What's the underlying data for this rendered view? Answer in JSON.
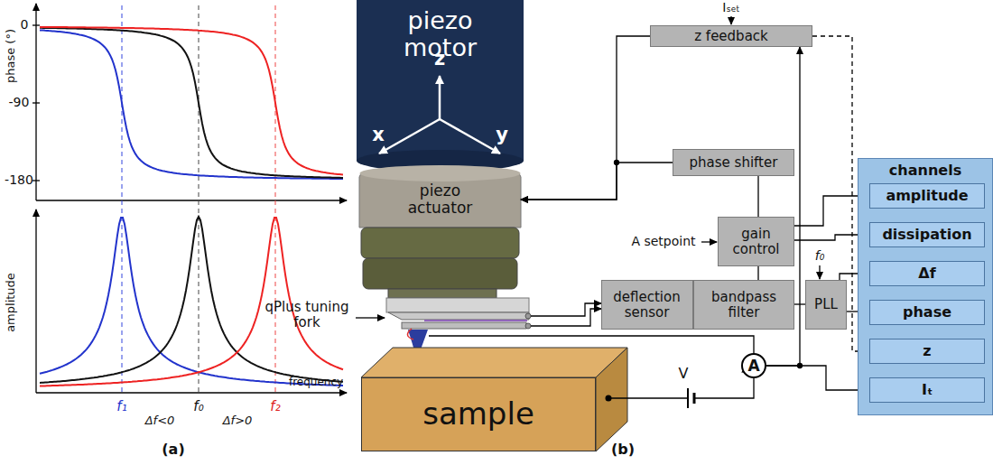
{
  "diagram": {
    "nodes": [
      {
        "text": [
          "piezo motor"
        ]
      },
      {
        "text": [
          "piezo actuator"
        ]
      },
      {
        "text": [
          "z feedback"
        ]
      },
      {
        "text": [
          "phase shifter"
        ]
      },
      {
        "text": [
          "gain control"
        ]
      },
      {
        "text": [
          "deflection sensor"
        ]
      },
      {
        "text": [
          "bandpass filter"
        ]
      },
      {
        "text": [
          "PLL"
        ]
      },
      {
        "text": [
          "channels"
        ]
      },
      {
        "text": [
          "amplitude"
        ],
        "in": 8
      },
      {
        "text": [
          "dissipation"
        ],
        "in": 8
      },
      {
        "text": [
          "Δf"
        ],
        "in": 8
      },
      {
        "text": [
          "phase"
        ],
        "in": 8
      },
      {
        "text": [
          "z"
        ],
        "in": 8
      },
      {
        "text": [
          "Iₜ"
        ],
        "in": 8
      },
      {
        "text": [
          "sample"
        ]
      },
      {
        "text": [
          "A"
        ]
      }
    ],
    "edges": [
      {
        "from": 2,
        "to": 1,
        "arrow": "to"
      },
      {
        "from": 3,
        "to": 1,
        "arrow": "to"
      },
      {
        "from": 4,
        "to": 3,
        "arrow": "none"
      },
      {
        "from": 4,
        "to": 6,
        "arrow": "none"
      },
      {
        "from": 6,
        "to": 7,
        "arrow": "none"
      },
      {
        "from": 4,
        "to": 9,
        "arrow": "to"
      },
      {
        "from": 4,
        "to": 10,
        "arrow": "to"
      },
      {
        "from": 7,
        "to": 11,
        "arrow": "to"
      },
      {
        "from": 7,
        "to": 12,
        "arrow": "to"
      },
      {
        "from": 2,
        "to": 13,
        "arrow": "to"
      },
      {
        "from": 16,
        "to": 2,
        "arrow": "to"
      },
      {
        "from": 16,
        "to": 14,
        "arrow": "to"
      }
    ],
    "labels": [
      "0",
      "-90",
      "-180",
      "phase (°)",
      "amplitude",
      "frequency",
      "f₁",
      "f₀",
      "f₂",
      "Δf<0",
      "Δf>0",
      "(a)",
      "z",
      "x",
      "y",
      "qPlus tuning fork",
      "Iₛₑₜ",
      "A setpoint",
      "f₀",
      "V",
      "(b)"
    ]
  }
}
